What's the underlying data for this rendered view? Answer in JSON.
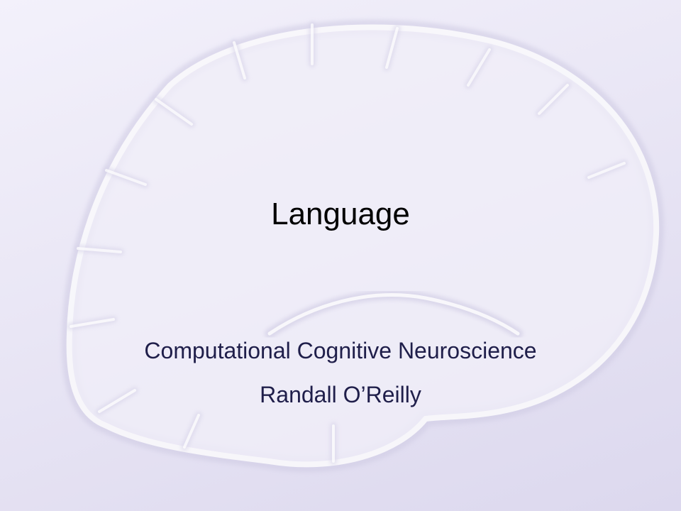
{
  "slide": {
    "title": "Language",
    "subtitle_lines": [
      "Computational Cognitive Neuroscience",
      "Randall O’Reilly"
    ]
  },
  "colors": {
    "background": "#ebe8f6",
    "title_text": "#000000",
    "subtitle_text": "#1f1e4a",
    "brain_highlight": "#ffffff",
    "brain_shadow": "#cfcbe3"
  },
  "decoration": {
    "background_graphic": "brain-outline-watermark"
  }
}
